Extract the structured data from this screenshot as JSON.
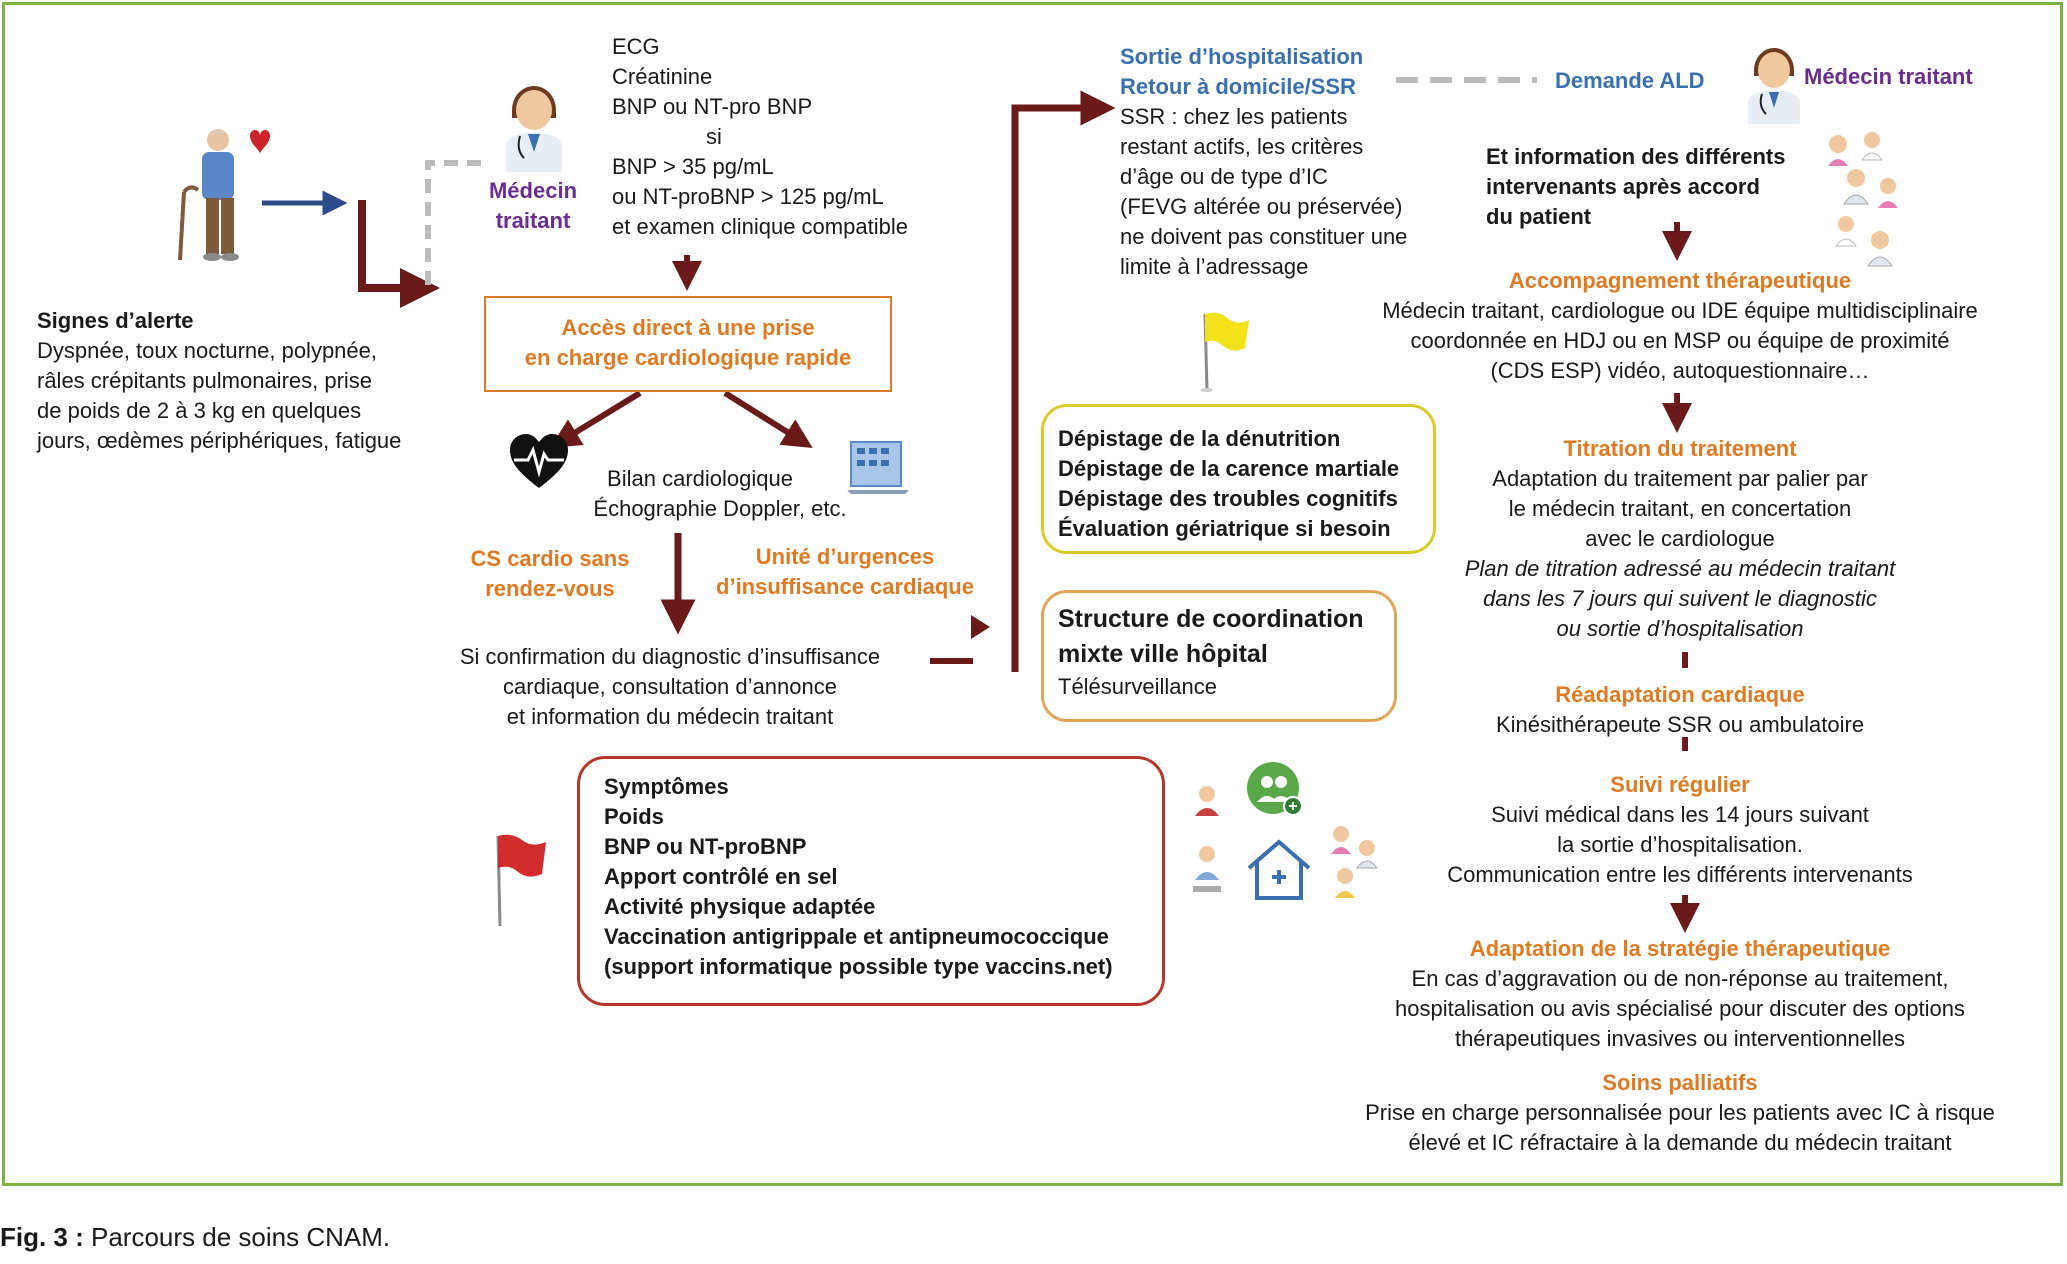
{
  "alert": {
    "title": "Signes d’alerte",
    "lines": [
      "Dyspnée, toux nocturne, polypnée,",
      "râles crépitants pulmonaires, prise",
      "de poids de 2 à 3 kg en quelques",
      "jours, œdèmes périphériques, fatigue"
    ]
  },
  "gp_left": {
    "lines": [
      "Médecin",
      "traitant"
    ]
  },
  "tests": {
    "lines": [
      "ECG",
      "Créatinine",
      "BNP ou NT-pro BNP",
      "si",
      "BNP > 35 pg/mL",
      "ou NT-proBNP > 125 pg/mL",
      "et examen clinique compatible"
    ]
  },
  "direct_access": {
    "lines": [
      "Accès direct à une prise",
      "en charge cardiologique rapide"
    ]
  },
  "bilan": {
    "lines": [
      "Bilan cardiologique",
      "Échographie Doppler, etc."
    ]
  },
  "cs_cardio": {
    "lines": [
      "CS cardio sans",
      "rendez-vous"
    ]
  },
  "urgences": {
    "lines": [
      "Unité d’urgences",
      "d’insuffisance cardiaque"
    ]
  },
  "confirmation": {
    "lines": [
      "Si confirmation du diagnostic d’insuffisance",
      "cardiaque, consultation d’annonce",
      "et information du médecin traitant"
    ]
  },
  "symptoms_box": {
    "lines": [
      "Symptômes",
      "Poids",
      "BNP ou NT-proBNP",
      "Apport contrôlé en sel",
      "Activité physique adaptée",
      "Vaccination antigrippale et antipneumococcique",
      "(support informatique possible type vaccins.net)"
    ]
  },
  "exit": {
    "title1": "Sortie d’hospitalisation",
    "title2": "Retour à domicile/SSR",
    "lines": [
      "SSR : chez les patients",
      "restant actifs, les critères",
      "d’âge ou de type d’IC",
      "(FEVG altérée ou préservée)",
      "ne doivent pas constituer une",
      "limite à l’adressage"
    ]
  },
  "screening_box": {
    "lines": [
      "Dépistage de la dénutrition",
      "Dépistage de la carence martiale",
      "Dépistage des troubles cognitifs",
      "Évaluation gériatrique si besoin"
    ]
  },
  "coordination_box": {
    "title1": "Structure de coordination",
    "title2": "mixte ville hôpital",
    "sub": "Télésurveillance"
  },
  "ald": {
    "label": "Demande ALD",
    "gp": "Médecin traitant"
  },
  "info": {
    "lines": [
      "Et information des différents",
      "intervenants après accord",
      "du patient"
    ]
  },
  "accompagnement": {
    "title": "Accompagnement thérapeutique",
    "lines": [
      "Médecin traitant, cardiologue ou IDE équipe multidisciplinaire",
      "coordonnée en HDJ ou en MSP ou équipe de proximité",
      "(CDS ESP) vidéo, autoquestionnaire…"
    ]
  },
  "titration": {
    "title": "Titration du traitement",
    "lines": [
      "Adaptation du traitement par palier par",
      "le médecin  traitant, en concertation",
      "avec le cardiologue"
    ],
    "italic": [
      "Plan de titration adressé au médecin traitant",
      "dans les 7 jours qui suivent le diagnostic",
      "ou sortie d’hospitalisation"
    ]
  },
  "readaptation": {
    "title": "Réadaptation cardiaque",
    "lines": [
      "Kinésithérapeute SSR ou ambulatoire"
    ]
  },
  "suivi": {
    "title": "Suivi régulier",
    "lines": [
      "Suivi médical dans les 14 jours suivant",
      "la sortie d’hospitalisation.",
      "Communication entre les différents intervenants"
    ]
  },
  "adaptation": {
    "title": "Adaptation de la stratégie thérapeutique",
    "lines": [
      "En cas d’aggravation ou de non-réponse au traitement,",
      "hospitalisation ou avis spécialisé pour discuter des options",
      "thérapeutiques invasives ou interventionnelles"
    ]
  },
  "palliatifs": {
    "title": "Soins palliatifs",
    "lines": [
      "Prise en charge personnalisée pour les patients avec IC à risque",
      "élevé et IC réfractaire à la demande du médecin traitant"
    ]
  },
  "caption": {
    "label": "Fig. 3 :",
    "text": " Parcours de soins CNAM."
  },
  "colors": {
    "frame": "#7cb342",
    "arrow": "#6b1a1a",
    "orange": "#e07a22",
    "purple": "#6b2c91",
    "blue": "#3a6fb0",
    "yellow_box": "#d9cc2a",
    "red_box": "#b5362b"
  },
  "icons": [
    "elderly-patient-icon",
    "heart-icon",
    "doctor-icon",
    "heart-monitor-icon",
    "hospital-icon",
    "yellow-flag-icon",
    "red-flag-icon",
    "care-team-icon",
    "home-care-icon"
  ]
}
